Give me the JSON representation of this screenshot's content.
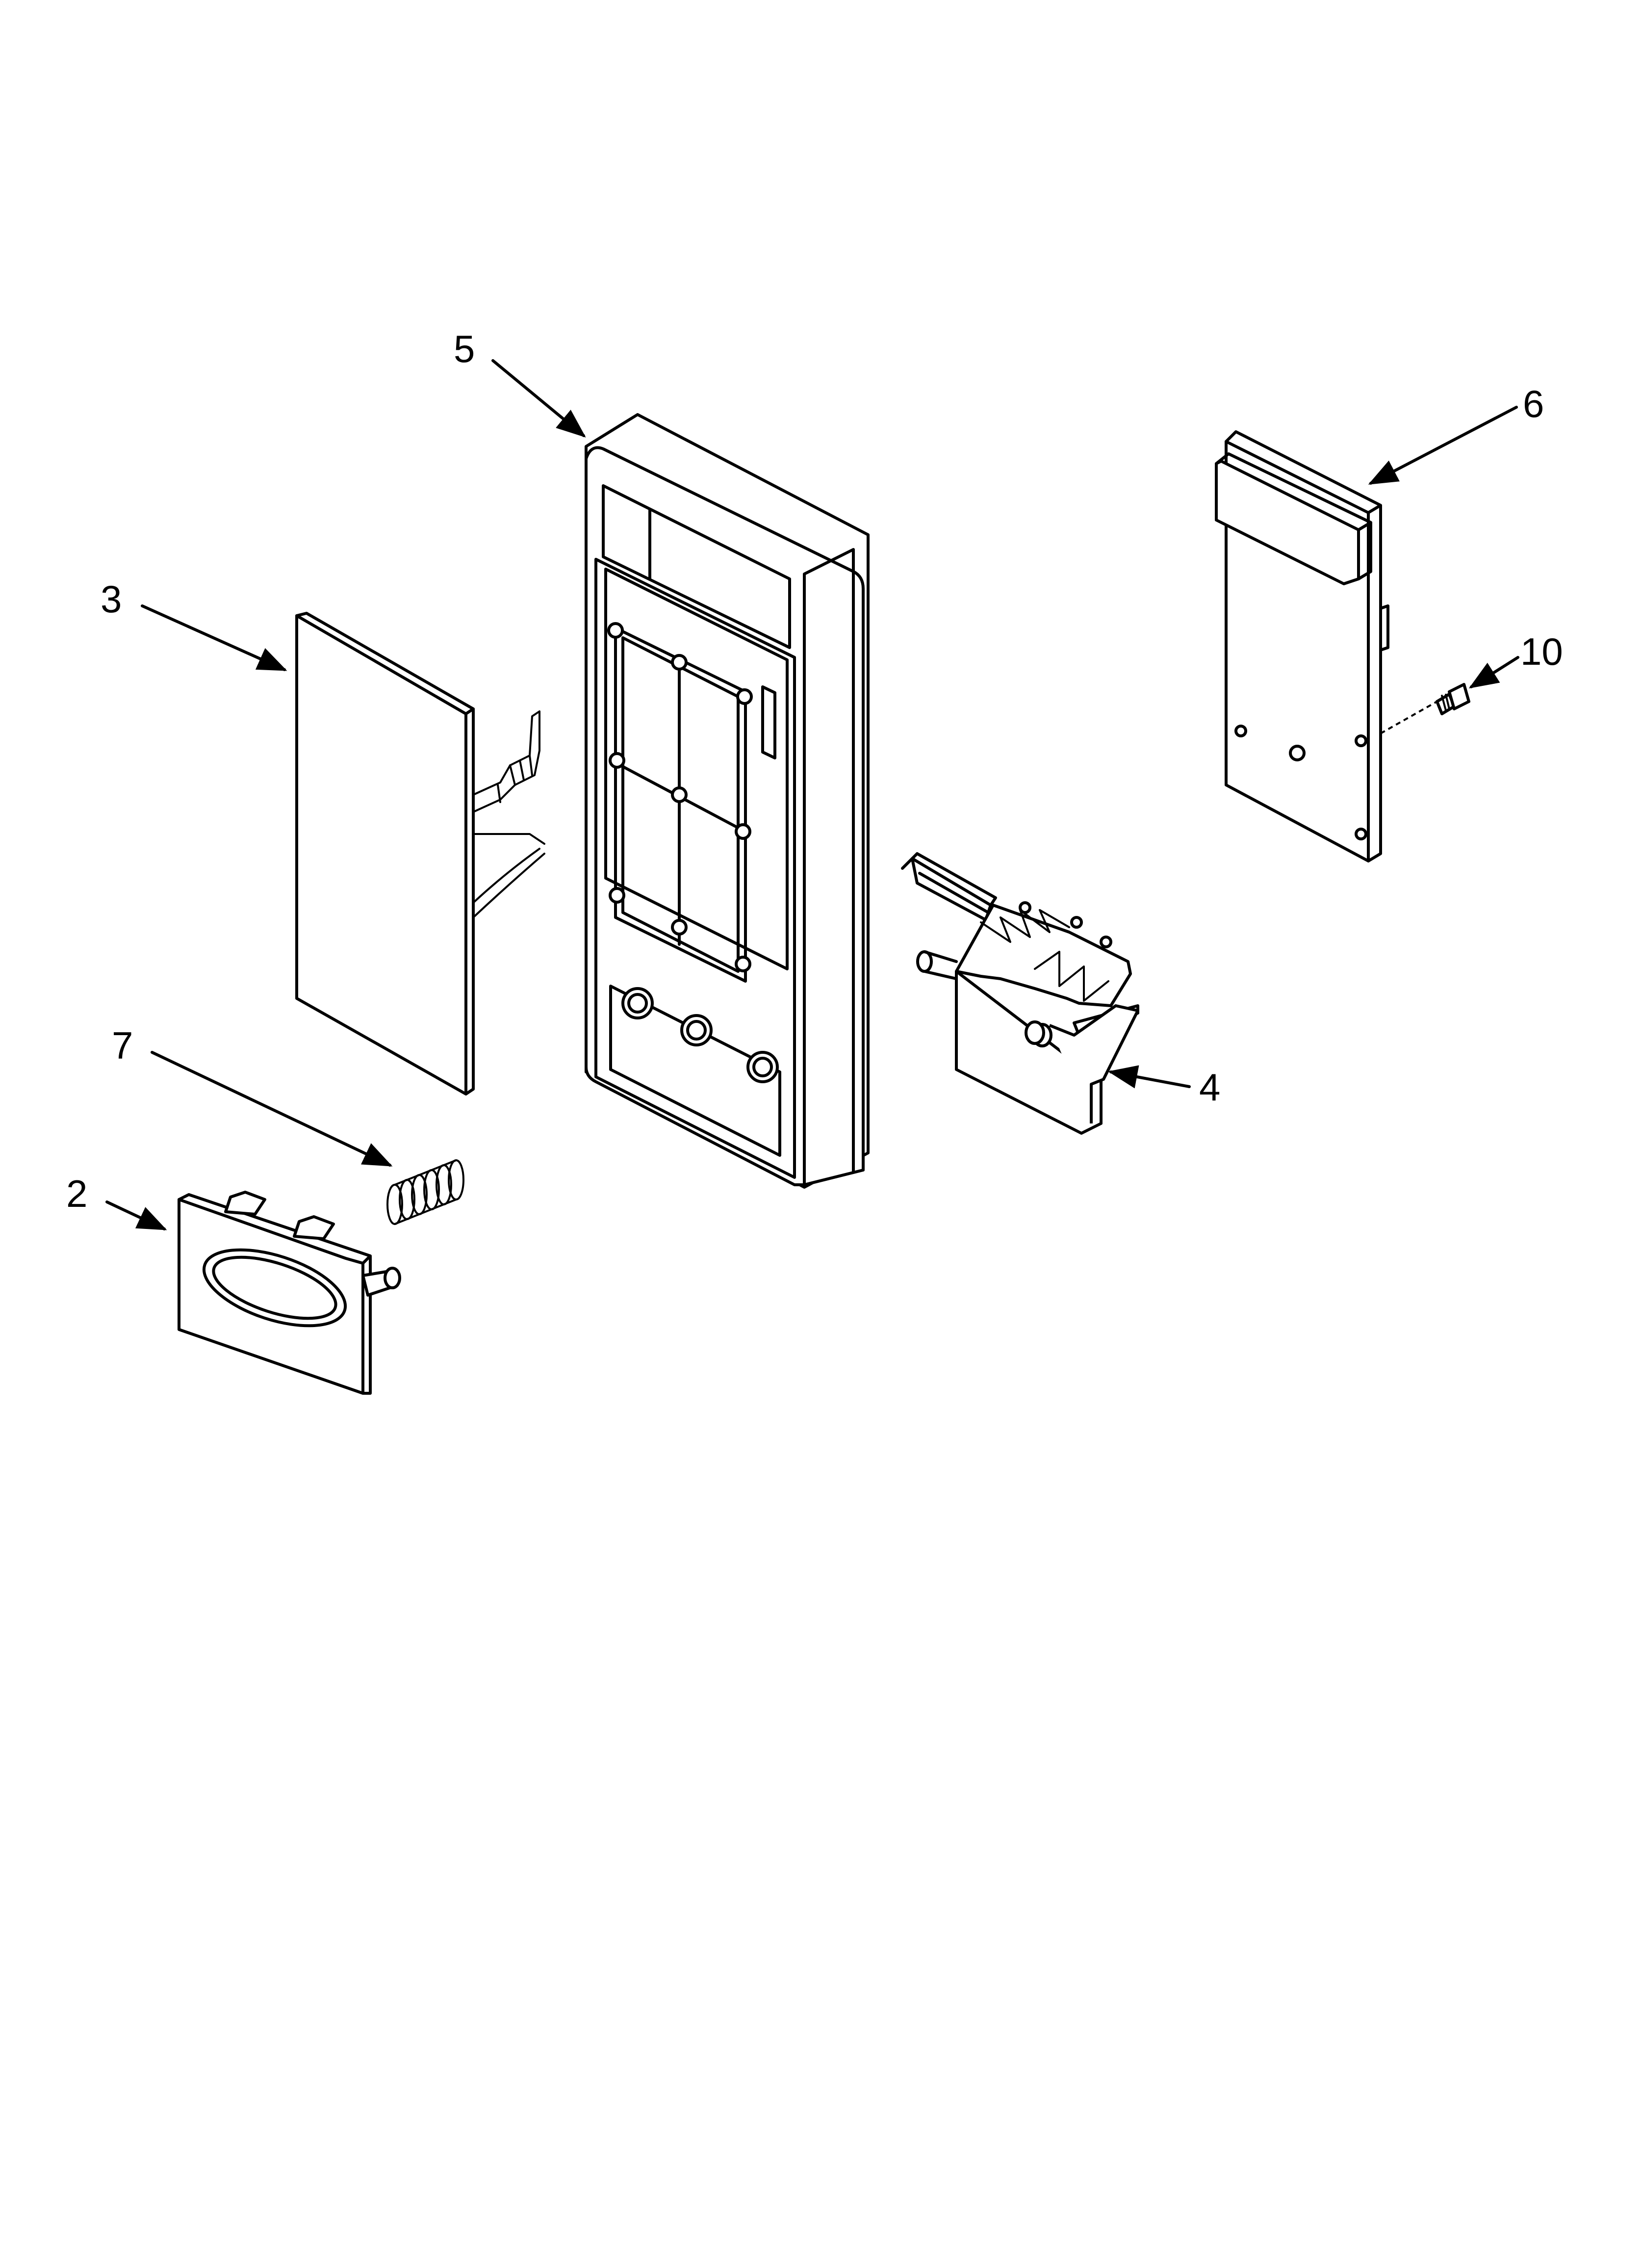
{
  "diagram": {
    "callouts": [
      {
        "id": "c5",
        "label": "5"
      },
      {
        "id": "c6",
        "label": "6"
      },
      {
        "id": "c3",
        "label": "3"
      },
      {
        "id": "c10",
        "label": "10"
      },
      {
        "id": "c7",
        "label": "7"
      },
      {
        "id": "c4",
        "label": "4"
      },
      {
        "id": "c2",
        "label": "2"
      }
    ],
    "colors": {
      "line": "#000000",
      "background": "#ffffff"
    }
  }
}
